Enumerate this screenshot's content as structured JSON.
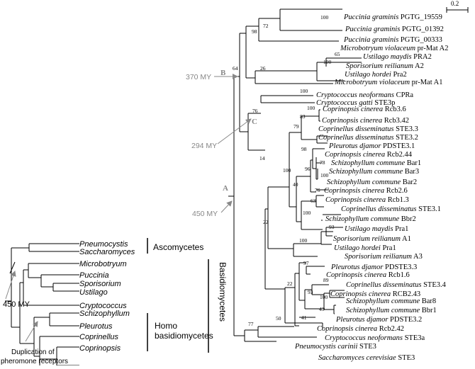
{
  "scale_bar": "0.2",
  "big_tree": {
    "leaves": [
      {
        "genus": "Puccinia graminis",
        "rest": " PGTG_19559"
      },
      {
        "genus": "Puccinia graminis",
        "rest": " PGTG_01392"
      },
      {
        "genus": "Puccinia graminis",
        "rest": " PGTG_00333"
      },
      {
        "genus": "Microbotryum violaceum",
        "rest": " pr-Mat A2"
      },
      {
        "genus": "Ustilago maydis",
        "rest": " PRA2"
      },
      {
        "genus": "Sporisorium  reilianum",
        "rest": " A2"
      },
      {
        "genus": "Ustilago hordei",
        "rest": " Pra2"
      },
      {
        "genus": "Microbotryum violaceum",
        "rest": " pr-Mat A1"
      },
      {
        "genus": "Cryptococcus  neoformans",
        "rest": " CPRa"
      },
      {
        "genus": "Cryptococcus gatti",
        "rest": " STE3p"
      },
      {
        "genus": "Coprinopsis  cinerea",
        "rest": " Rcb3.6"
      },
      {
        "genus": "Coprinopsis  cinerea",
        "rest": " Rcb3.42"
      },
      {
        "genus": "Coprinellus disseminatus",
        "rest": " STE3.3"
      },
      {
        "genus": "Coprinellus disseminatus",
        "rest": " STE3.2"
      },
      {
        "genus": "Pleurotus djamor",
        "rest": " PDSTE3.1"
      },
      {
        "genus": "Coprinopsis cinerea",
        "rest": " Rcb2.44"
      },
      {
        "genus": "Schizophyllum commune",
        "rest": " Bar1"
      },
      {
        "genus": "Schizophyllum commune",
        "rest": " Bar3"
      },
      {
        "genus": "Schizophyllum commune",
        "rest": " Bar2"
      },
      {
        "genus": "Coprinopsis  cinerea",
        "rest": " Rcb2.6"
      },
      {
        "genus": "Coprinopsis  cinerea",
        "rest": " Rcb1.3"
      },
      {
        "genus": "Coprinellus disseminatus",
        "rest": " STE3.1"
      },
      {
        "genus": "Schizophyllum  commune",
        "rest": " Bbr2"
      },
      {
        "genus": "Ustilago maydis",
        "rest": " Pra1"
      },
      {
        "genus": "Sporisorium  reilianum",
        "rest": " A1"
      },
      {
        "genus": "Ustilago hordei",
        "rest": " Pra1"
      },
      {
        "genus": "Sporisorium reilianum",
        "rest": " A3"
      },
      {
        "genus": "Pleurotus djamor",
        "rest": " PDSTE3.3"
      },
      {
        "genus": "Coprinopsis cinerea",
        "rest": " Rcb1.6"
      },
      {
        "genus": "Coprinellus disseminatus",
        "rest": " STE3.4"
      },
      {
        "genus": "Coprinopsis cinerea",
        "rest": " RCB2.43"
      },
      {
        "genus": "Schizophyllum commune",
        "rest": " Bar8"
      },
      {
        "genus": "Schizophyllum commune",
        "rest": " Bbr1"
      },
      {
        "genus": "Pleurotus djamor",
        "rest": " PDSTE3.2"
      },
      {
        "genus": "Coprinopsis cinerea",
        "rest": " Rcb2.42"
      },
      {
        "genus": "Cryptococcus neoformans",
        "rest": " STE3a"
      },
      {
        "genus": "Pneumocystis carinii",
        "rest": " STE3"
      },
      {
        "genus": "Saccharomyces cerevisiae",
        "rest": " STE3"
      }
    ],
    "bootstrap": [
      "100",
      "72",
      "98",
      "65",
      "100",
      "26",
      "64",
      "100",
      "76",
      "100",
      "83",
      "79",
      "98",
      "78",
      "96",
      "100",
      "40",
      "100",
      "76",
      "63",
      "100",
      "14",
      "93",
      "100",
      "22",
      "89",
      "93",
      "100",
      "43",
      "41",
      "97",
      "22",
      "50",
      "77"
    ],
    "nodes": {
      "A": "A",
      "B": "B",
      "C": "C"
    },
    "ages": {
      "B": "370 MY",
      "C": "294 MY",
      "A": "450 MY"
    }
  },
  "small_tree": {
    "leaves": [
      "Pneumocystis",
      "Saccharomyces",
      "Microbotryum",
      "Puccinia",
      "Sporisorium",
      "Ustilago",
      "Cryptococcus",
      "Schizophyllum",
      "Pleurotus",
      "Coprinellus",
      "Coprinopsis"
    ],
    "groups": {
      "ascomycetes": "Ascomycetes",
      "basidiomycetes": "Basidiomycetes",
      "homo_line1": "Homo",
      "homo_line2": "basidiomycetes"
    },
    "age": "450 MY",
    "duplication_line1": "Duplication of",
    "duplication_line2": "pheromone receptors"
  },
  "colors": {
    "branch": "#000000",
    "annotation": "#888888"
  }
}
